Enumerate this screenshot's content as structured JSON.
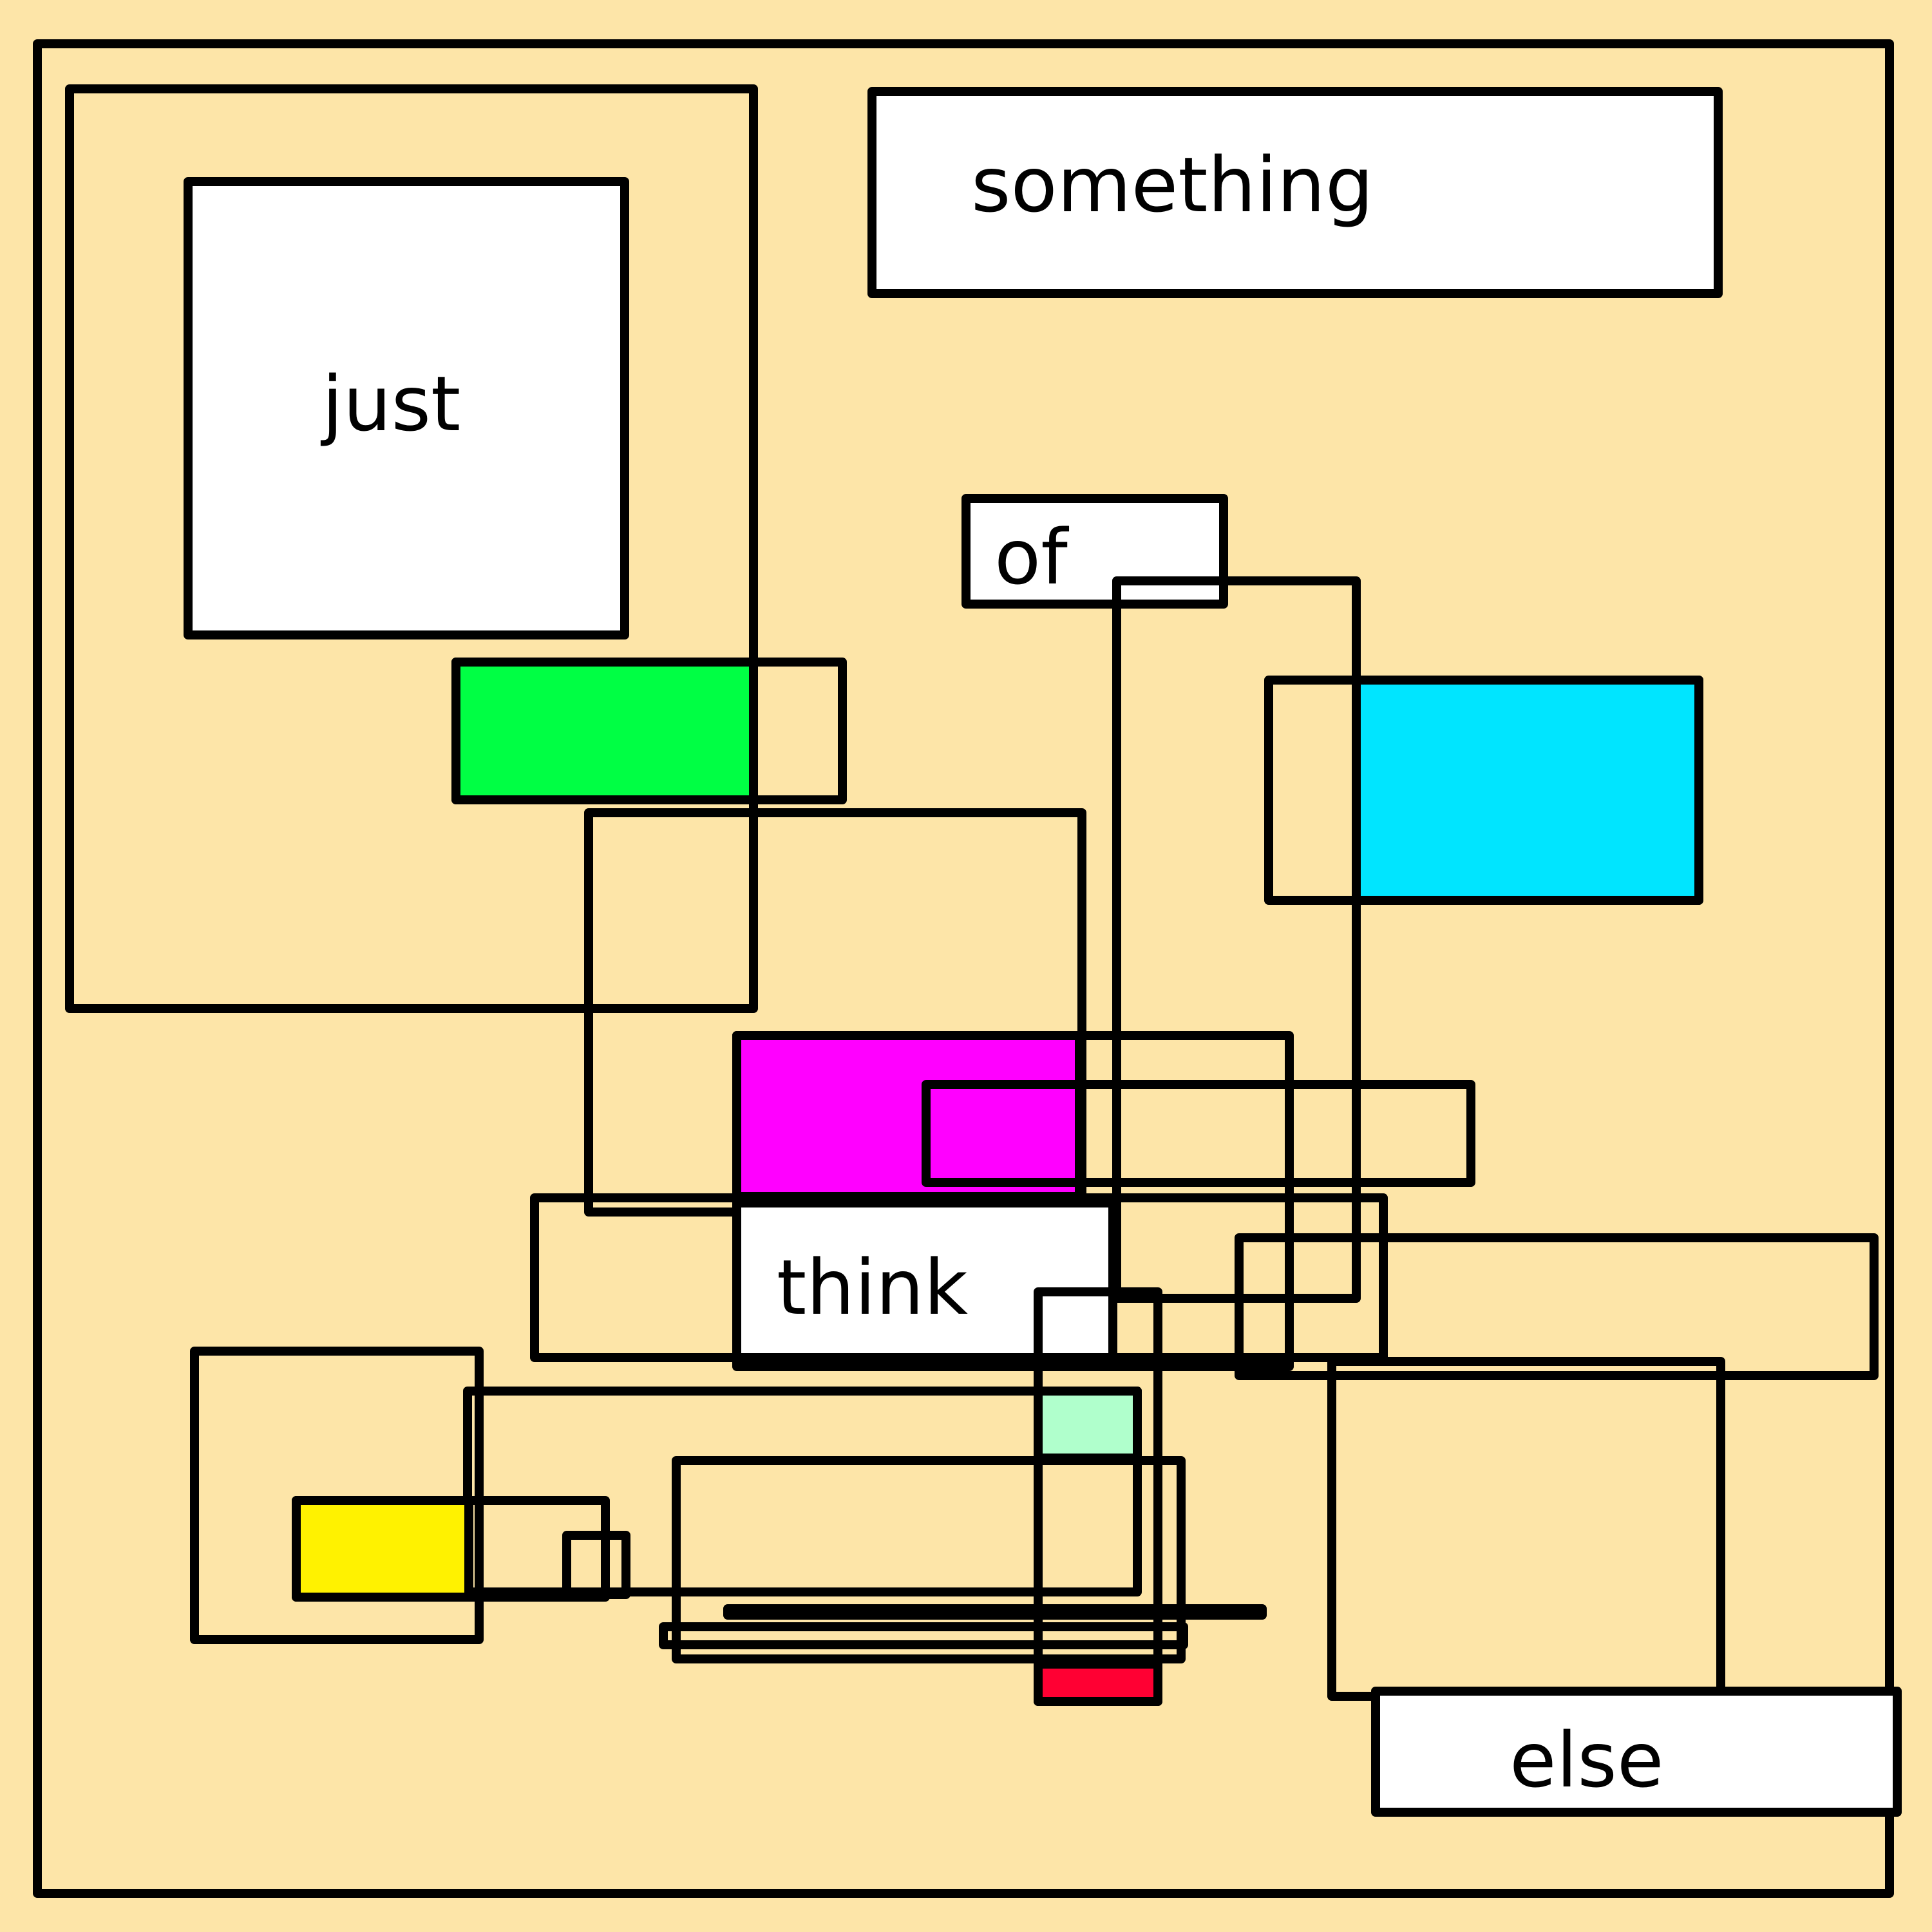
{
  "colors": {
    "background": "#fde5a8",
    "stroke": "#000000",
    "box_white": "#ffffff",
    "green": "#00ff44",
    "cyan": "#00e5ff",
    "magenta": "#ff00ff",
    "mint": "#b0ffcc",
    "yellow": "#fff200",
    "red": "#ff0033"
  },
  "words": {
    "just": "just",
    "something": "something",
    "of": "of",
    "think": "think",
    "else": "else"
  }
}
